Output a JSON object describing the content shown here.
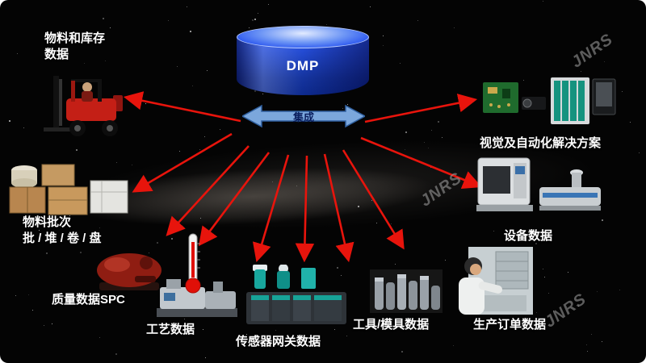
{
  "platform": {
    "name": "DMP",
    "integration_label": "集成"
  },
  "watermark": {
    "text": "JNRS"
  },
  "sources": {
    "material_inventory": {
      "line1": "物料和库存",
      "line2": "数据"
    },
    "material_batch": {
      "line1": "物料批次",
      "line2": "批 / 堆 / 卷 / 盘"
    },
    "quality_spc": {
      "label": "质量数据SPC"
    },
    "process": {
      "label": "工艺数据"
    },
    "sensor_gateway": {
      "label": "传感器网关数据"
    },
    "tool_mold": {
      "label": "工具/模具数据"
    },
    "production_order": {
      "label": "生产订单数据"
    },
    "equipment": {
      "label": "设备数据"
    },
    "vision_automation": {
      "label": "视觉及自动化解决方案"
    }
  },
  "images": {
    "material_inventory": "forklift-photo",
    "material_batch": "packing-boxes-photo",
    "quality_spc": "red-grinder-machine-photo",
    "process": "thermometer-molding-machine-photo",
    "sensor_gateway": "sensors-gateway-modules-photo",
    "tool_mold": "metal-tools-photo",
    "production_order": "operator-at-machine-photo",
    "equipment": "industrial-machines-photo",
    "vision_automation": "camera-plc-pcb-photo"
  },
  "colors": {
    "arrow_red": "#e8140c",
    "cylinder_blue": "#1a3fd0",
    "integration_blue": "#7ba7dc",
    "label_white": "#ffffff",
    "watermark_gray": "#9a9a9a"
  }
}
